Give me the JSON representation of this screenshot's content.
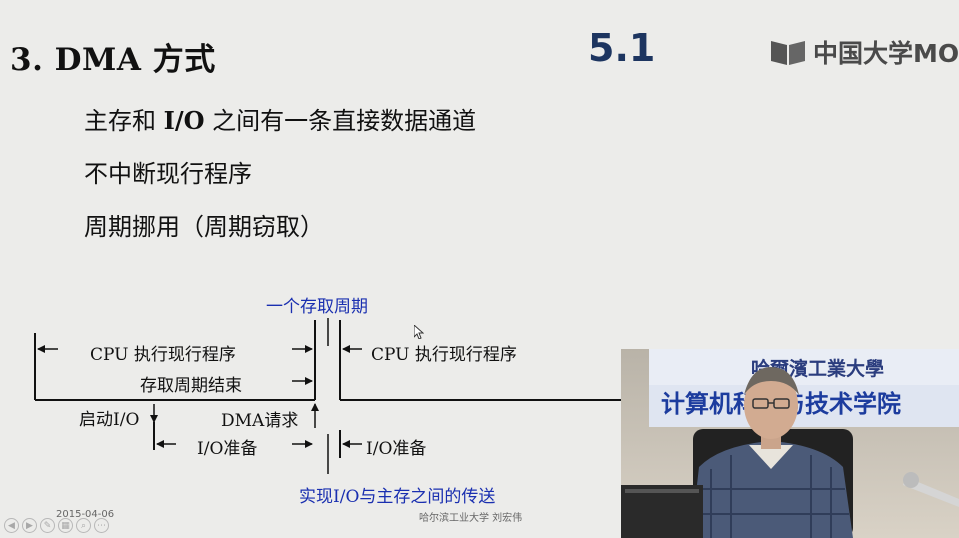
{
  "slide": {
    "title": "3. DMA 方式",
    "section_number": "5.1",
    "logo_text": "中国大学MOOC",
    "bullets": [
      {
        "prefix": "主存和 ",
        "bold": "I/O",
        "suffix": " 之间有一条直接数据通道"
      },
      {
        "prefix": "不中断现行程序",
        "bold": "",
        "suffix": ""
      },
      {
        "prefix": "周期挪用（周期窃取）",
        "bold": "",
        "suffix": ""
      }
    ]
  },
  "diagram": {
    "top_label": "一个存取周期",
    "cpu_left": "CPU  执行现行程序",
    "cycle_end": "存取周期结束",
    "cpu_right": "CPU  执行现行程序",
    "start_io": "启动I/O",
    "dma_request": "DMA请求",
    "io_prep_left": "I/O准备",
    "io_prep_right": "I/O准备",
    "bottom_label": "实现I/O与主存之间的传送"
  },
  "footer": {
    "date": "2015-04-06",
    "credit": "哈尔滨工业大学  刘宏伟",
    "controls": [
      "◀",
      "▶",
      "✎",
      "▦",
      "⌕",
      "⋯"
    ]
  },
  "video": {
    "banner_top": "哈爾濱工業大學",
    "banner_main": "计算机科学与技术学院"
  },
  "colors": {
    "background": "#ececea",
    "title_number": "#1d3560",
    "diagram_blue": "#1a2fb0"
  }
}
